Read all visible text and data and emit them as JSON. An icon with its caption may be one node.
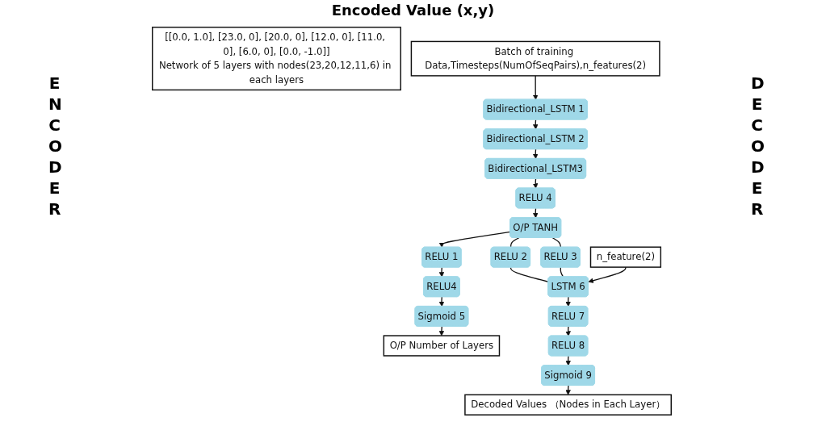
{
  "diagram": {
    "title": "Encoded Value (x,y)",
    "nodes": [
      {
        "text": [
          "[[0.0, 1.0], [23.0, 0], [20.0, 0], [12.0, 0], [11.0, 0], [6.0, 0], [0.0, -1.0]]",
          "Network of 5 layers with nodes(23,20,12,11,6) in each layers"
        ]
      },
      {
        "text": [
          "Batch of training Data,Timesteps(NumOfSeqPairs),n_features(2)"
        ]
      },
      {
        "text": [
          "Bidirectional_LSTM 1"
        ]
      },
      {
        "text": [
          "Bidirectional_LSTM 2"
        ]
      },
      {
        "text": [
          "Bidirectional_LSTM3"
        ]
      },
      {
        "text": [
          "RELU 4"
        ]
      },
      {
        "text": [
          "O/P  TANH"
        ]
      },
      {
        "text": [
          "RELU 1"
        ]
      },
      {
        "text": [
          "RELU 2"
        ]
      },
      {
        "text": [
          "RELU4"
        ]
      },
      {
        "text": [
          "RELU 3"
        ]
      },
      {
        "text": [
          "Sigmoid 5"
        ]
      },
      {
        "text": [
          "n_feature(2)"
        ]
      },
      {
        "text": [
          "O/P Number of Layers"
        ]
      },
      {
        "text": [
          "LSTM 6"
        ]
      },
      {
        "text": [
          "RELU 7"
        ]
      },
      {
        "text": [
          "RELU 8"
        ]
      },
      {
        "text": [
          "Sigmoid 9"
        ]
      },
      {
        "text": [
          "Decoded Values （Nodes in Each Layer）"
        ]
      }
    ],
    "edges": [
      {
        "from": 1,
        "to": 2,
        "arrow": "to"
      },
      {
        "from": 2,
        "to": 3,
        "arrow": "to"
      },
      {
        "from": 3,
        "to": 4,
        "arrow": "to"
      },
      {
        "from": 4,
        "to": 5,
        "arrow": "to"
      },
      {
        "from": 5,
        "to": 6,
        "arrow": "to"
      },
      {
        "from": 6,
        "to": 7,
        "arrow": "to"
      },
      {
        "from": 6,
        "to": 8,
        "arrow": "none"
      },
      {
        "from": 6,
        "to": 10,
        "arrow": "none"
      },
      {
        "from": 7,
        "to": 9,
        "arrow": "to"
      },
      {
        "from": 9,
        "to": 11,
        "arrow": "to"
      },
      {
        "from": 11,
        "to": 13,
        "arrow": "to"
      },
      {
        "from": 8,
        "to": 14,
        "arrow": "none"
      },
      {
        "from": 10,
        "to": 14,
        "arrow": "none"
      },
      {
        "from": 12,
        "to": 14,
        "arrow": "to"
      },
      {
        "from": 14,
        "to": 15,
        "arrow": "to"
      },
      {
        "from": 15,
        "to": 16,
        "arrow": "to"
      },
      {
        "from": 16,
        "to": 17,
        "arrow": "to"
      },
      {
        "from": 17,
        "to": 18,
        "arrow": "to"
      }
    ],
    "labels": [
      "ENCODER",
      "DECODER"
    ]
  }
}
